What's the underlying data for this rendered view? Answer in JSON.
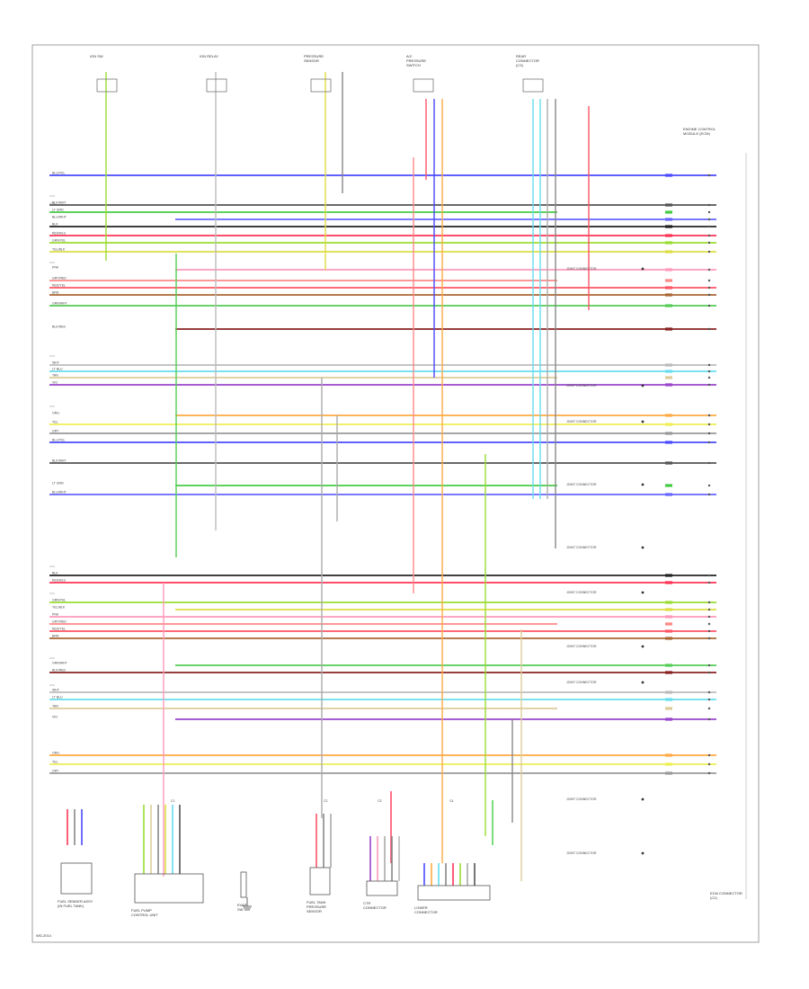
{
  "page": {
    "footer_code": "WD-2014"
  },
  "components": {
    "top": [
      {
        "id": "ign-sw",
        "lines": [
          "IGN SW"
        ]
      },
      {
        "id": "ign-relay",
        "lines": [
          "IGN RELAY"
        ]
      },
      {
        "id": "pressure-sensor",
        "lines": [
          "PRESSURE",
          "SENSOR"
        ]
      },
      {
        "id": "pressure-switch",
        "lines": [
          "A/C",
          "PRESSURE",
          "SWITCH"
        ]
      },
      {
        "id": "rear-connector",
        "lines": [
          "REAR",
          "CONNECTOR",
          "(C3)"
        ]
      }
    ],
    "bottom": [
      {
        "id": "fuel-sender",
        "lines": [
          "FUEL SENDER ASSY",
          "(IN FUEL TANK)"
        ]
      },
      {
        "id": "fuel-pump-ctrl",
        "lines": [
          "FUEL PUMP",
          "CONTROL UNIT"
        ]
      },
      {
        "id": "evap-sw",
        "lines": [
          "EVAP",
          "SW"
        ]
      },
      {
        "id": "tank-sensor",
        "lines": [
          "FUEL TANK",
          "PRESSURE",
          "SENSOR"
        ]
      },
      {
        "id": "ctr-conn",
        "lines": [
          "CTR",
          "CONNECTOR"
        ]
      },
      {
        "id": "lower-conn",
        "lines": [
          "LOWER",
          "CONNECTOR"
        ]
      }
    ],
    "right_module": {
      "lines": [
        "ENGINE CONTROL",
        "MODULE (ECM)"
      ]
    },
    "right_module_bottom": {
      "lines": [
        "ECM CONNECTOR",
        "(C2)"
      ]
    }
  },
  "wires": [
    {
      "code": "BLU/YEL",
      "color": "#4a4aff"
    },
    {
      "code": "BLK/WHT",
      "color": "#555555"
    },
    {
      "code": "LT GRN",
      "color": "#44cc44"
    },
    {
      "code": "BLU/WHT",
      "color": "#6666ff"
    },
    {
      "code": "BLK",
      "color": "#222222"
    },
    {
      "code": "RED/BLU",
      "color": "#ff3355"
    },
    {
      "code": "GRN/YEL",
      "color": "#99dd33"
    },
    {
      "code": "YEL/BLK",
      "color": "#dddd44"
    },
    {
      "code": "PNK",
      "color": "#ff99bb"
    },
    {
      "code": "GRY/RED",
      "color": "#ff8888"
    },
    {
      "code": "RED/YEL",
      "color": "#ff5566"
    },
    {
      "code": "BRN",
      "color": "#aa6633"
    },
    {
      "code": "GRN/WHT",
      "color": "#55cc55"
    },
    {
      "code": "BLK/RED",
      "color": "#882222"
    },
    {
      "code": "WHT",
      "color": "#bbbbbb"
    },
    {
      "code": "LT BLU",
      "color": "#66ddee"
    },
    {
      "code": "TAN",
      "color": "#ddcc99"
    },
    {
      "code": "VIO",
      "color": "#9944cc"
    },
    {
      "code": "ORG",
      "color": "#ffaa44"
    },
    {
      "code": "YEL",
      "color": "#eeee55"
    },
    {
      "code": "GRY",
      "color": "#999999"
    }
  ],
  "rows_left": [
    "BLU/YEL",
    "BLK/WHT",
    "LT GRN",
    "BLU/WHT",
    "BLK",
    "RED/BLU",
    "GRN/YEL",
    "YEL/BLK",
    "PNK",
    "GRY/RED",
    "RED/YEL",
    "BRN",
    "GRN/WHT",
    "BLK/RED",
    "WHT",
    "LT BLU",
    "TAN",
    "VIO",
    "ORG",
    "YEL",
    "GRY"
  ],
  "connector_labels": [
    "C1",
    "C2",
    "C3",
    "C4"
  ],
  "notes": {
    "splice": "JOINT CONNECTOR"
  }
}
